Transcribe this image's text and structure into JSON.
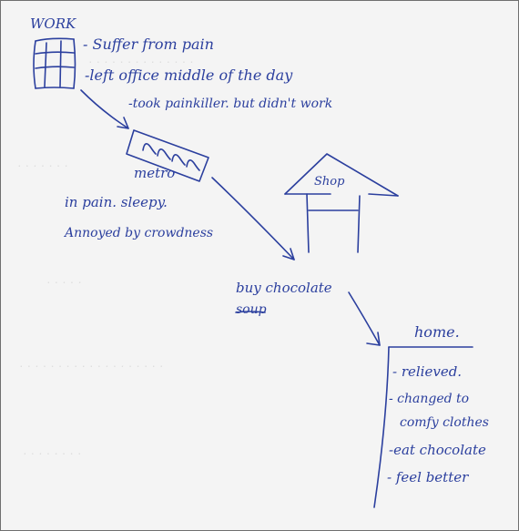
{
  "colors": {
    "paper": "#f4f4f4",
    "ink": "#2b3f9e",
    "border": "#6f6f6f"
  },
  "work": {
    "label": "WORK",
    "notes": [
      "- Suffer from pain",
      "-left office middle of the day",
      "-took painkiller. but didn't work"
    ]
  },
  "metro": {
    "label": "metro",
    "notes": [
      "in pain. sleepy.",
      "Annoyed by crowdness"
    ]
  },
  "shop": {
    "label": "Shop",
    "action": "buy chocolate",
    "crossed_word": "soup"
  },
  "home": {
    "label": "home.",
    "notes": [
      "- relieved.",
      "- changed to",
      "comfy clothes",
      "-eat chocolate",
      "- feel better"
    ]
  },
  "icons": [
    "building-icon",
    "metro-train-icon",
    "shop-house-icon",
    "home-icon"
  ]
}
